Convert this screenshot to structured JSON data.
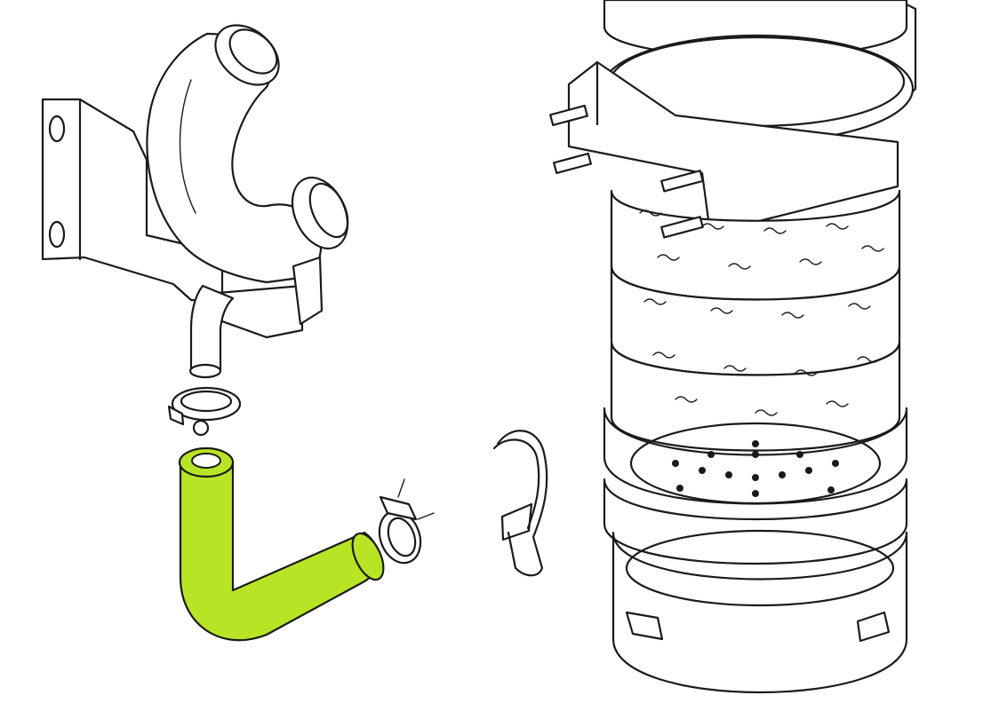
{
  "diagram": {
    "style": "exploded-parts line drawing",
    "highlight_color": "#b7e526",
    "line_color": "#1a1a1a",
    "background": "#ffffff",
    "parts": [
      {
        "id": "bracket-elbow",
        "highlighted": false
      },
      {
        "id": "hose-clamp-upper",
        "highlighted": false
      },
      {
        "id": "hose-elbow",
        "highlighted": true
      },
      {
        "id": "hose-clamp-lower",
        "highlighted": false
      },
      {
        "id": "wire-clip",
        "highlighted": false
      },
      {
        "id": "air-filter-assembly",
        "highlighted": false
      }
    ]
  }
}
